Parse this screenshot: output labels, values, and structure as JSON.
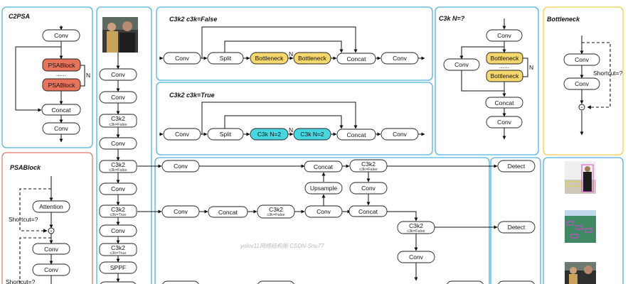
{
  "panels": {
    "c2psa_title": "C2PSA",
    "psablock_title": "PSABlock",
    "c3k2_false_title": "C3k2  c3k=False",
    "c3k2_true_title": "C3k2  c3k=True",
    "c3k_title": "C3k  N=?",
    "bottleneck_title": "Bottleneck"
  },
  "labels": {
    "conv": "Conv",
    "psablock": "PSABlock",
    "dots": "......",
    "concat": "Concat",
    "n": "N",
    "attention": "Attention",
    "shortcut": "Shortcut=?",
    "plus": "+",
    "c3k2": "C3k2",
    "c3k_false": "c3k=False",
    "c3k_true": "c3k=True",
    "sppf": "SPPF",
    "split": "Split",
    "bottleneck": "Bottleneck",
    "c3k_n2": "C3k  N=2",
    "upsample": "Upsample",
    "detect": "Detect"
  },
  "watermark": "yolov11网络结构图 CSDN-Snu77",
  "colors": {
    "psablock_fill": "#e8735b",
    "bottleneck_fill": "#f5d76e",
    "c3k_fill": "#47d7e0",
    "panel_blue": "#4fb3de",
    "panel_red": "#e2786a",
    "panel_yellow": "#f0cf4a"
  }
}
